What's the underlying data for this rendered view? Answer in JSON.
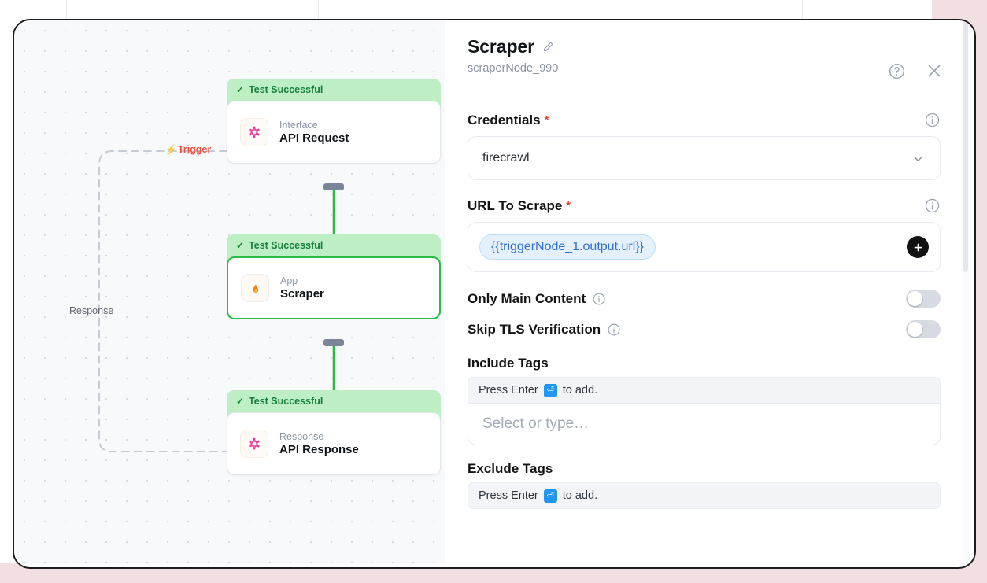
{
  "canvas": {
    "edge_labels": {
      "trigger": "Trigger",
      "trigger_icon": "bolt-icon",
      "response": "Response"
    },
    "nodes": [
      {
        "status": "Test Successful",
        "status_icon": "check-icon",
        "kind": "Interface",
        "title": "API Request",
        "icon": "graphql-icon",
        "icon_glyph": "✿",
        "selected": false
      },
      {
        "status": "Test Successful",
        "status_icon": "check-icon",
        "kind": "App",
        "title": "Scraper",
        "icon": "flame-icon",
        "icon_glyph": "🔥",
        "selected": true
      },
      {
        "status": "Test Successful",
        "status_icon": "check-icon",
        "kind": "Response",
        "title": "API Response",
        "icon": "graphql-icon",
        "icon_glyph": "✿",
        "selected": false
      }
    ]
  },
  "panel": {
    "title": "Scraper",
    "subtitle": "scraperNode_990",
    "edit_icon": "pencil-icon",
    "help_icon": "question-circle-icon",
    "close_icon": "close-icon",
    "fields": {
      "credentials": {
        "label": "Credentials",
        "required": "*",
        "value": "firecrawl",
        "info_icon": "info-icon",
        "chevron_icon": "chevron-down-icon"
      },
      "url_to_scrape": {
        "label": "URL To Scrape",
        "required": "*",
        "token": "{{triggerNode_1.output.url}}",
        "info_icon": "info-icon",
        "add_icon": "plus-icon"
      },
      "only_main_content": {
        "label": "Only Main Content",
        "info_icon": "info-icon",
        "state": "off"
      },
      "skip_tls_verification": {
        "label": "Skip TLS Verification",
        "info_icon": "info-icon",
        "state": "off"
      },
      "include_tags": {
        "label": "Include Tags",
        "hint_before": "Press Enter",
        "hint_key": "⏎",
        "hint_after": "to add.",
        "placeholder": "Select or type…"
      },
      "exclude_tags": {
        "label": "Exclude Tags",
        "hint_before": "Press Enter",
        "hint_key": "⏎",
        "hint_after": "to add."
      }
    }
  },
  "colors": {
    "success_banner": "#bdeec4",
    "success_text": "#17803d",
    "selected_border": "#2bbb45",
    "trigger_label": "#f0513f",
    "token_bg": "#e4f1fd",
    "token_text": "#2f6fd0",
    "required_star": "#f04438",
    "enter_key": "#2196f3",
    "plus_button": "#121212"
  }
}
